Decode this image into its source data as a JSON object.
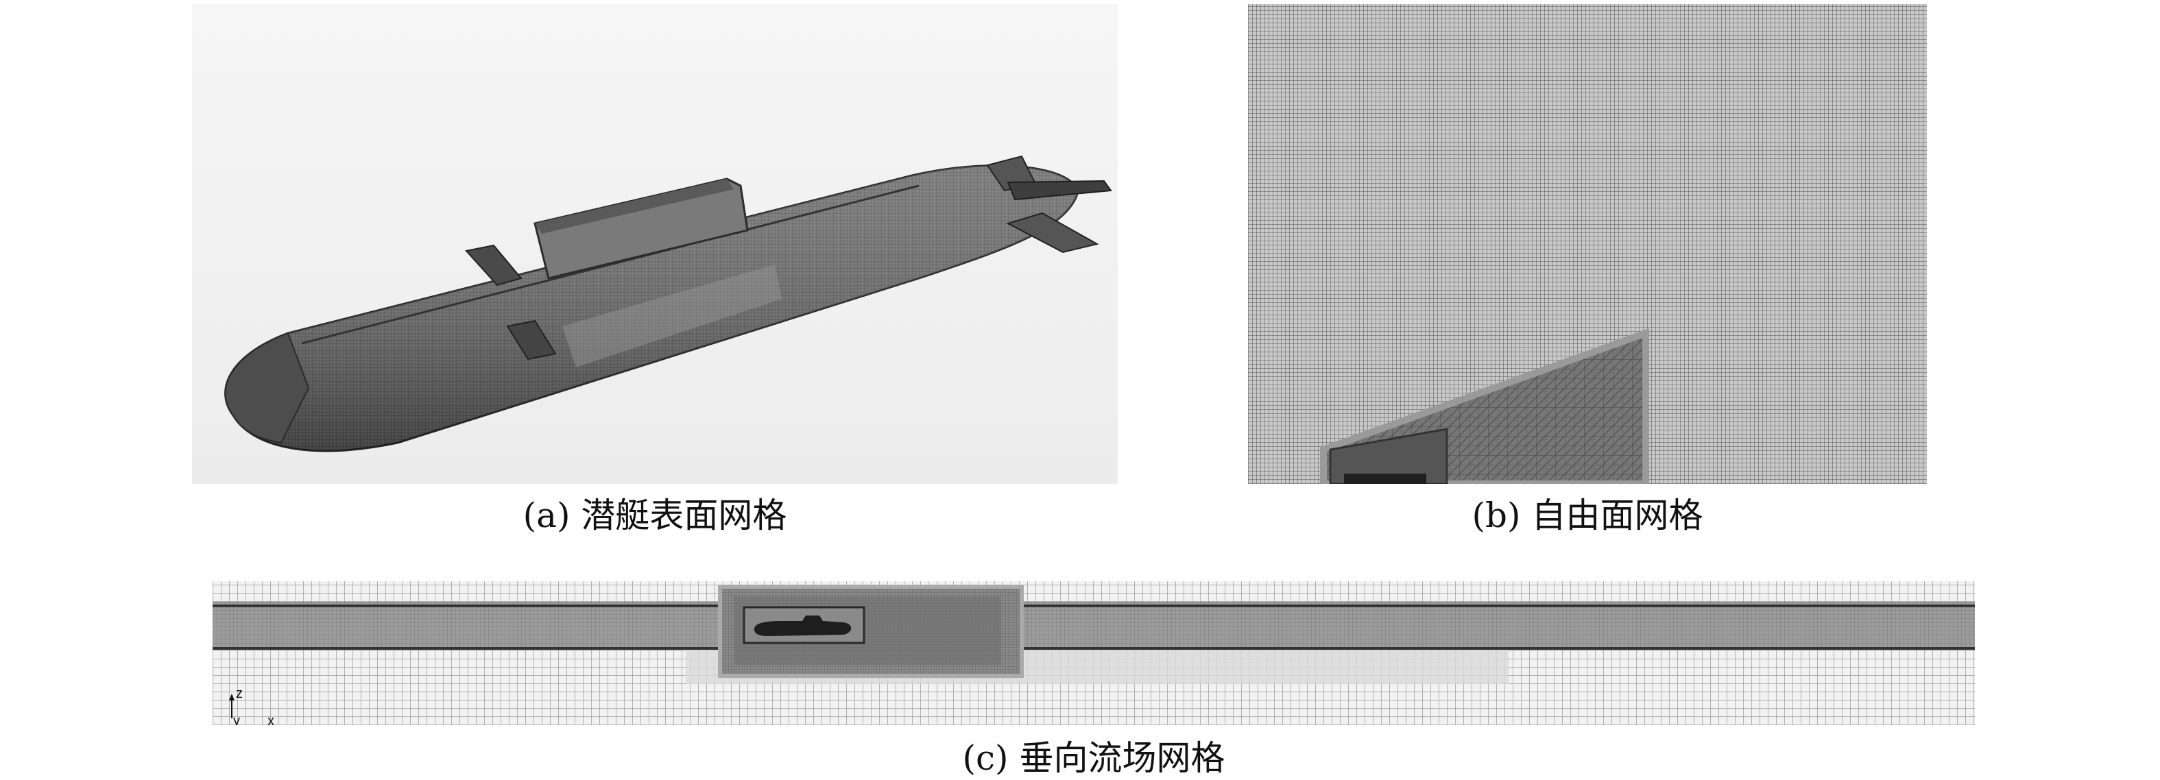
{
  "figure": {
    "panels": [
      {
        "caption": "(a) 潜艇表面网格"
      },
      {
        "caption": "(b) 自由面网格"
      },
      {
        "caption": "(c) 垂向流场网格"
      }
    ],
    "axis_triad": {
      "z_label": "z",
      "y_label": "y",
      "x_label": "x"
    }
  }
}
